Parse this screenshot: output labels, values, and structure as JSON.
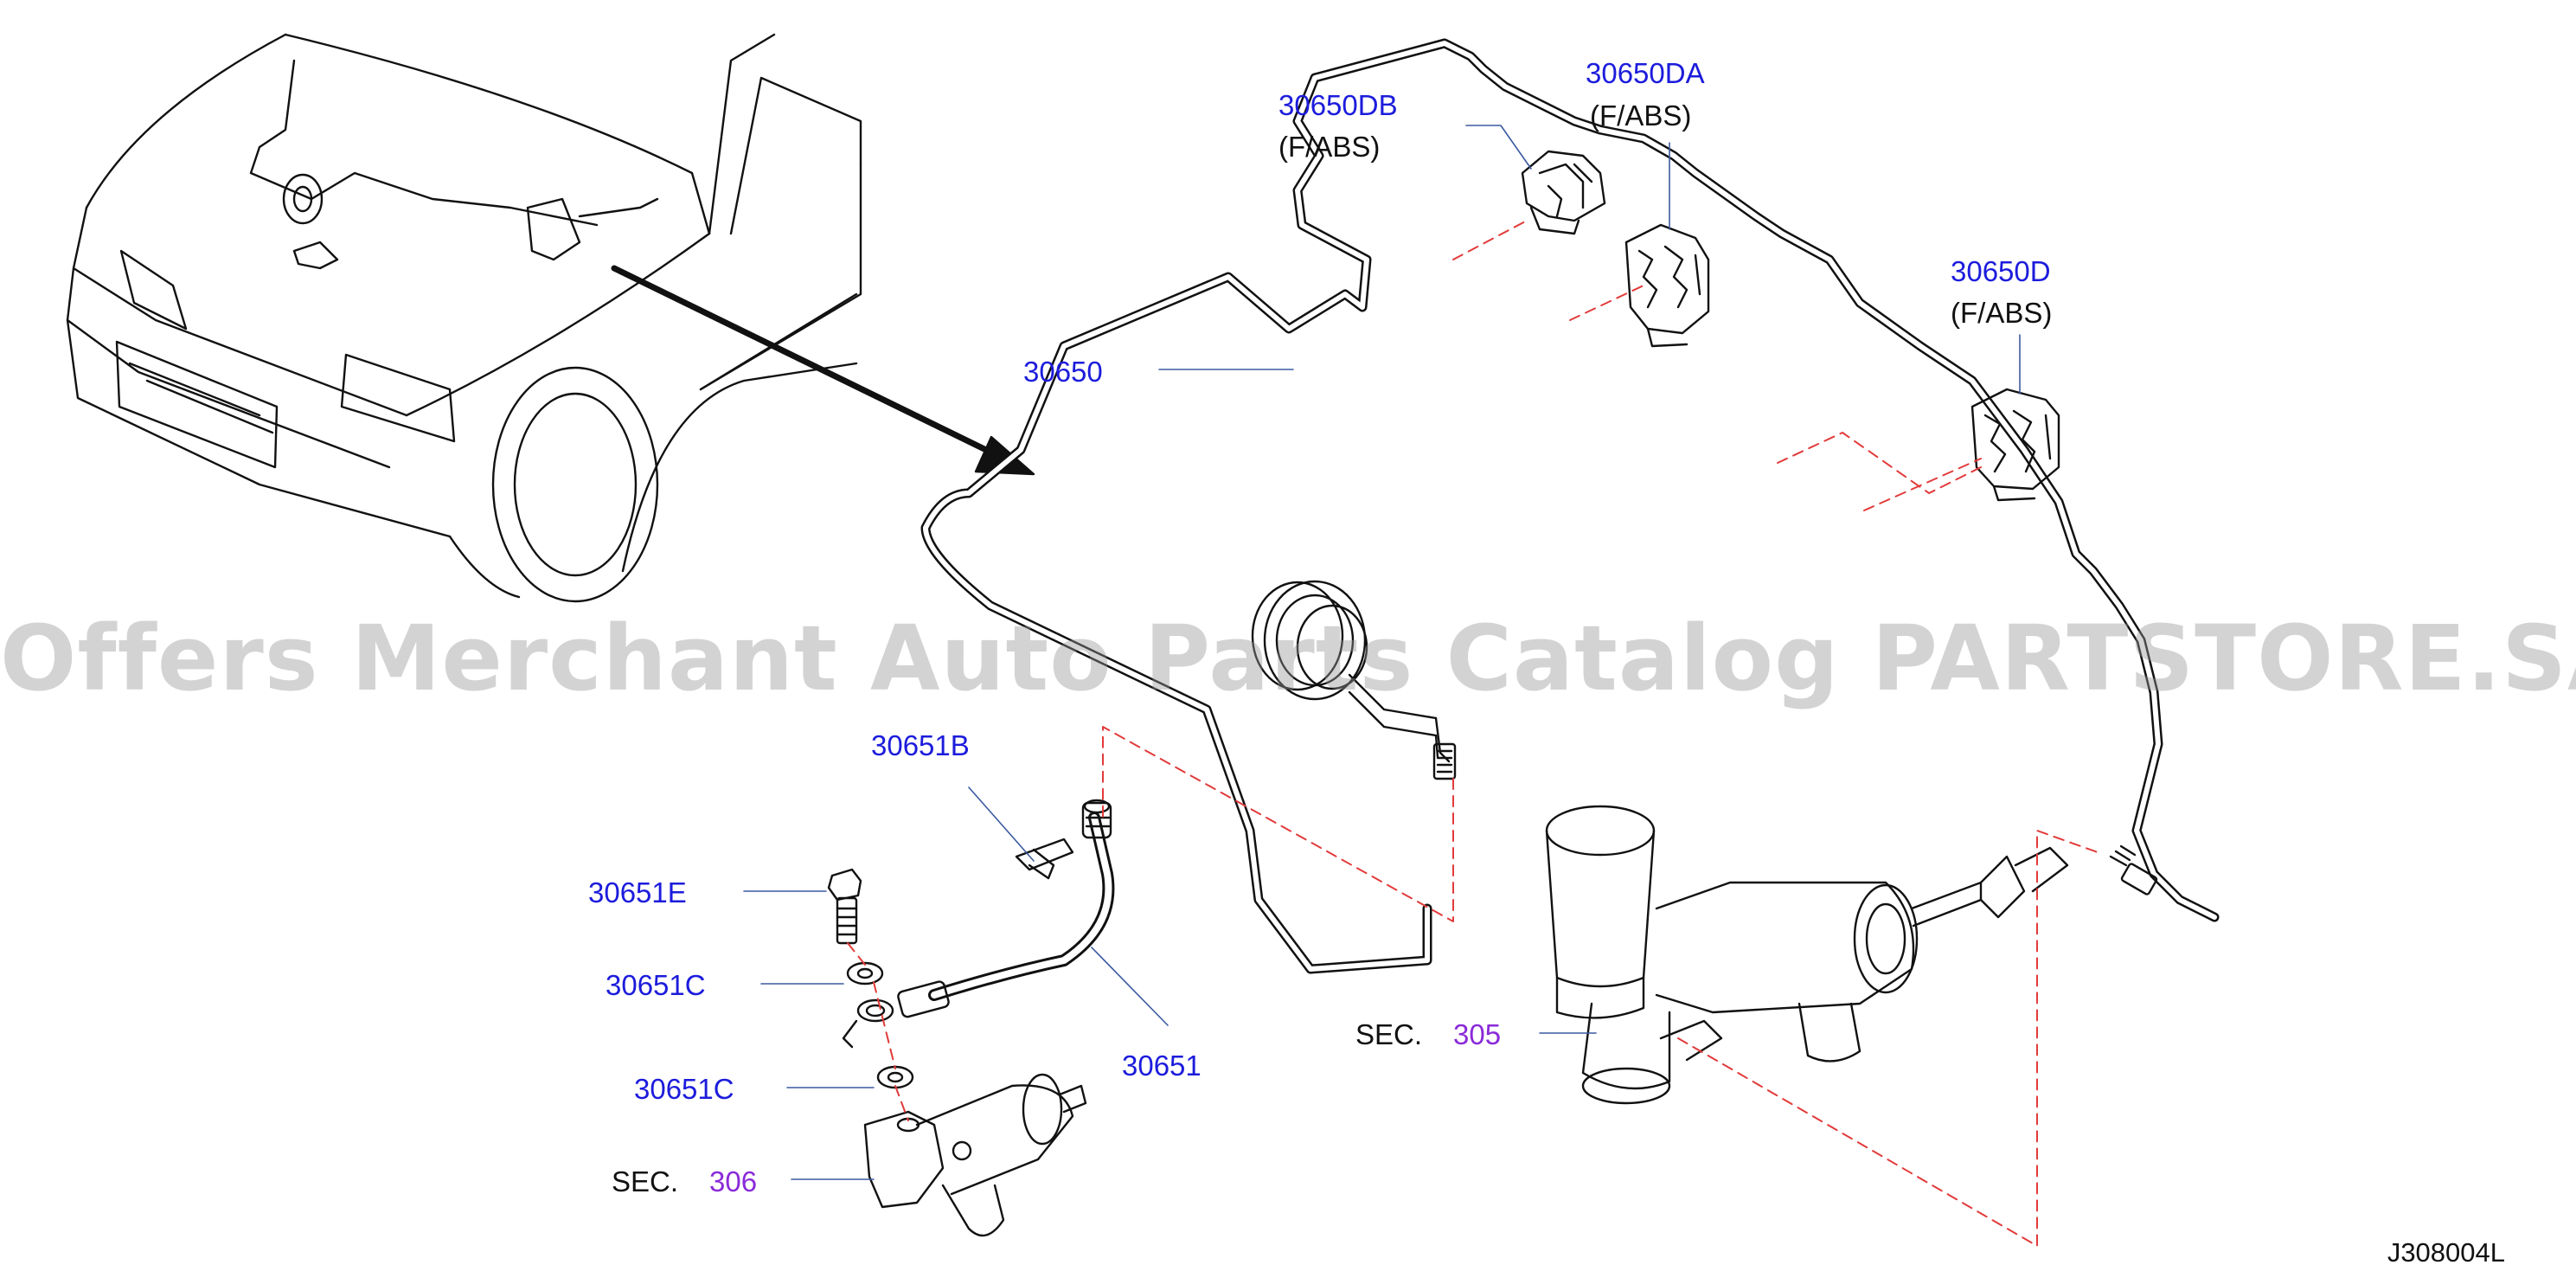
{
  "diagram": {
    "part_labels": {
      "p30650": "30650",
      "p30650DB": "30650DB",
      "p30650DA": "30650DA",
      "p30650D": "30650D",
      "p30651B": "30651B",
      "p30651E": "30651E",
      "p30651C_upper": "30651C",
      "p30651C_lower": "30651C",
      "p30651": "30651"
    },
    "notes": {
      "fabs_db": "(F/ABS)",
      "fabs_da": "(F/ABS)",
      "fabs_d": "(F/ABS)"
    },
    "section_refs": {
      "sec305_prefix": "SEC.",
      "sec305_num": "305",
      "sec306_prefix": "SEC.",
      "sec306_num": "306"
    },
    "diagram_code": "J308004L",
    "watermark": "Offers Merchant Auto Parts Catalog PARTSTORE.SA"
  },
  "colors": {
    "part_number": "#1c1cdc",
    "section_number": "#8a2ad8",
    "line_art": "#111111",
    "dashed_guide": "#e23a3a",
    "watermark": "#969696"
  }
}
